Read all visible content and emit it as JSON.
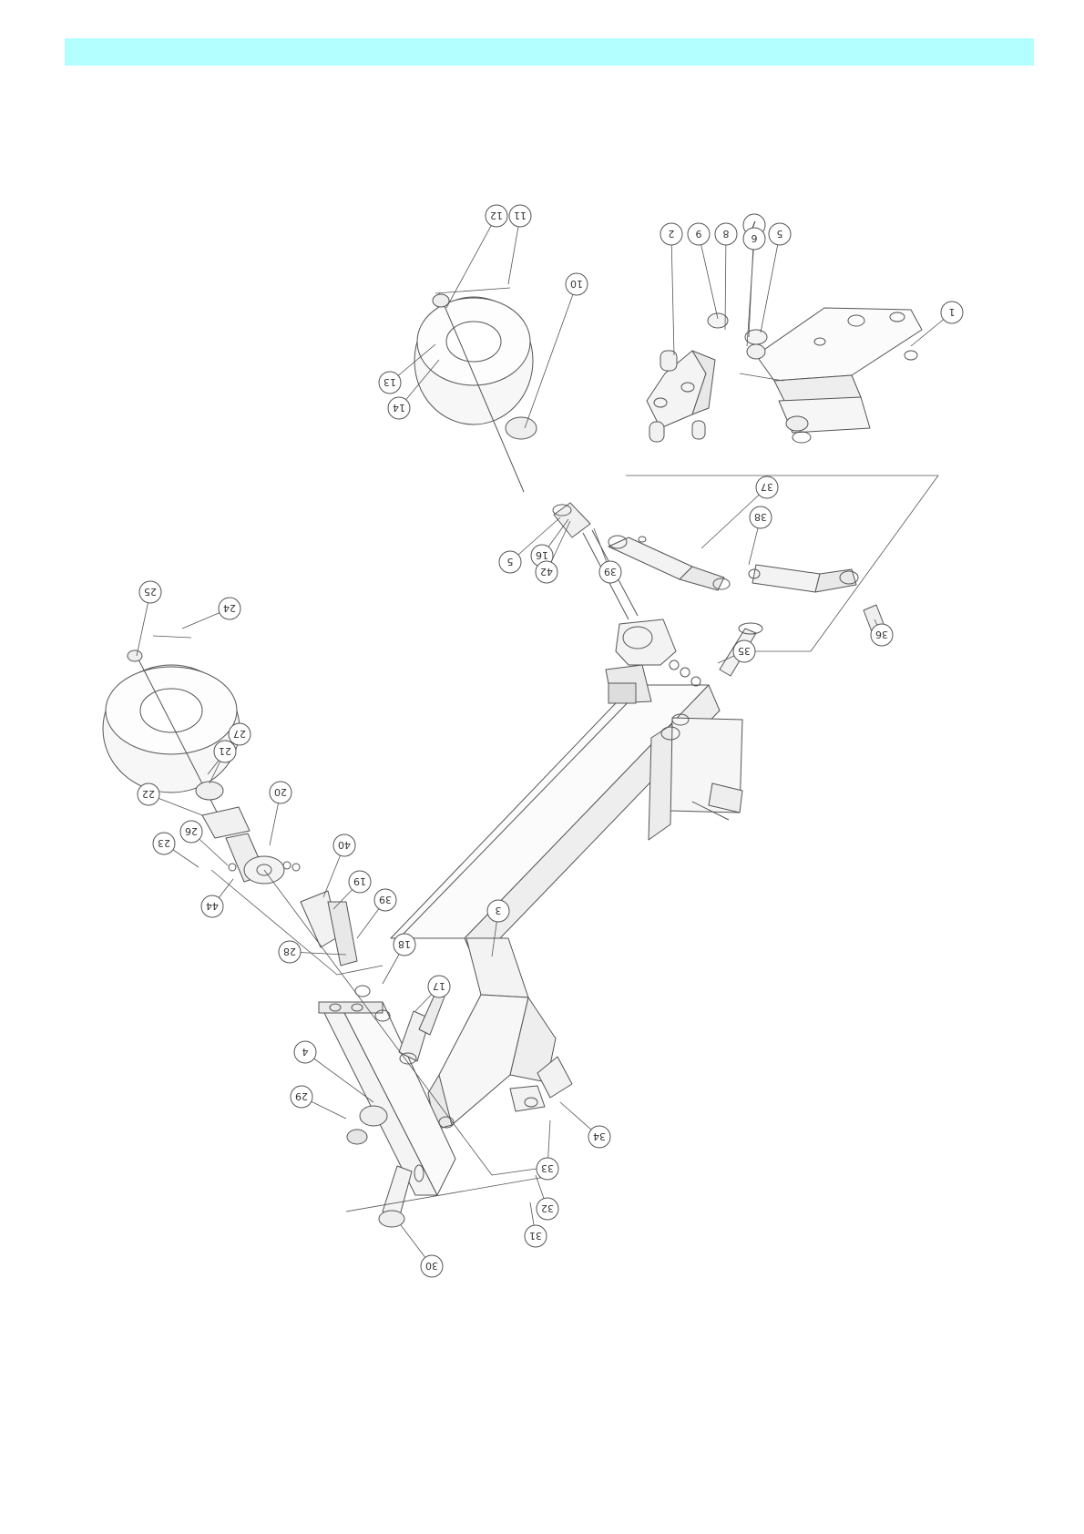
{
  "page": {
    "header_color": "#b3ffff",
    "line_color": "#555555"
  },
  "callouts": [
    {
      "label": "12"
    },
    {
      "label": "11"
    },
    {
      "label": "10"
    },
    {
      "label": "13"
    },
    {
      "label": "14"
    },
    {
      "label": "2"
    },
    {
      "label": "9"
    },
    {
      "label": "8"
    },
    {
      "label": "7"
    },
    {
      "label": "6"
    },
    {
      "label": "5"
    },
    {
      "label": "1"
    },
    {
      "label": "37"
    },
    {
      "label": "38"
    },
    {
      "label": "5"
    },
    {
      "label": "16"
    },
    {
      "label": "42"
    },
    {
      "label": "39"
    },
    {
      "label": "35"
    },
    {
      "label": "36"
    },
    {
      "label": "25"
    },
    {
      "label": "24"
    },
    {
      "label": "27"
    },
    {
      "label": "21"
    },
    {
      "label": "22"
    },
    {
      "label": "20"
    },
    {
      "label": "26"
    },
    {
      "label": "23"
    },
    {
      "label": "40"
    },
    {
      "label": "44"
    },
    {
      "label": "19"
    },
    {
      "label": "39"
    },
    {
      "label": "28"
    },
    {
      "label": "18"
    },
    {
      "label": "17"
    },
    {
      "label": "3"
    },
    {
      "label": "4"
    },
    {
      "label": "29"
    },
    {
      "label": "34"
    },
    {
      "label": "33"
    },
    {
      "label": "32"
    },
    {
      "label": "31"
    },
    {
      "label": "30"
    }
  ]
}
